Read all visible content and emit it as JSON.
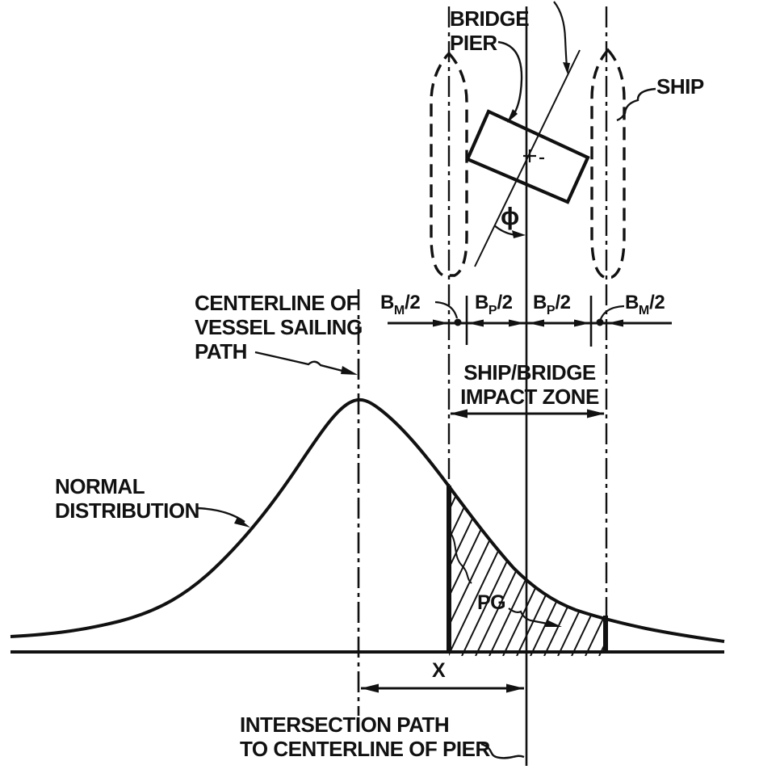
{
  "colors": {
    "ink": "#111111",
    "background": "#ffffff"
  },
  "labels": {
    "bridge_pier": {
      "line1": "BRIDGE",
      "line2": "PIER"
    },
    "ship": "SHIP",
    "vessel_centerline": {
      "line1": "CENTERLINE OF",
      "line2": "VESSEL SAILING",
      "line3": "PATH"
    },
    "normal_distribution": {
      "line1": "NORMAL",
      "line2": "DISTRIBUTION"
    },
    "impact_zone": {
      "line1": "SHIP/BRIDGE",
      "line2": "IMPACT ZONE"
    },
    "intersection_path": {
      "line1": "INTERSECTION PATH",
      "line2": "TO CENTERLINE OF PIER"
    },
    "pg": "PG",
    "x_dimension": "X",
    "phi": "ϕ"
  },
  "dimensions": {
    "bm_left": {
      "base": "B",
      "sub": "M",
      "rest": "/2"
    },
    "bp_left": {
      "base": "B",
      "sub": "P",
      "rest": "/2"
    },
    "bp_right": {
      "base": "B",
      "sub": "P",
      "rest": "/2"
    },
    "bm_right": {
      "base": "B",
      "sub": "M",
      "rest": "/2"
    }
  }
}
